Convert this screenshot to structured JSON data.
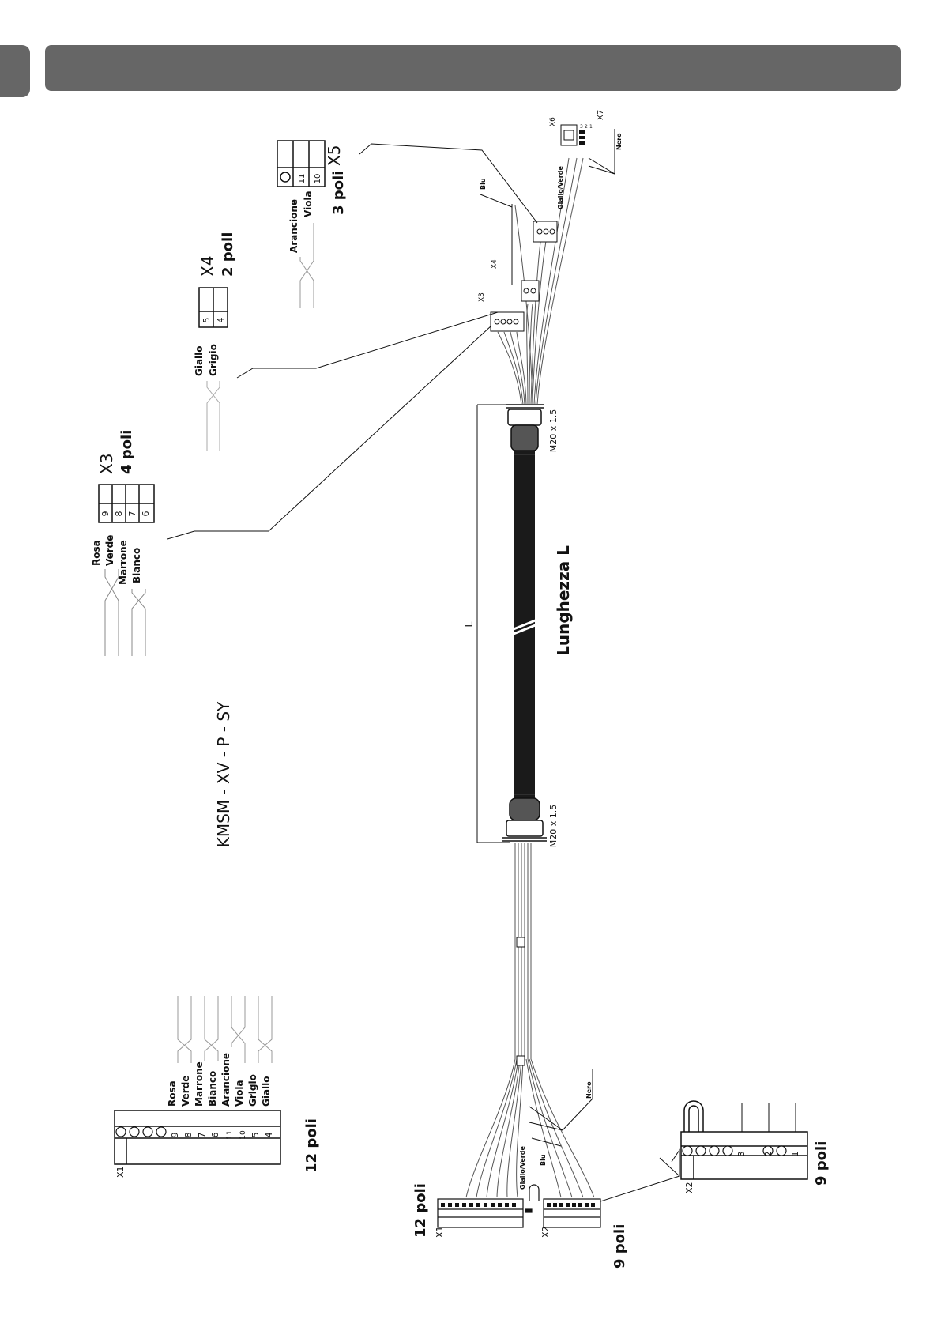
{
  "model": "KMSM - XV - P - SY",
  "length_label": "Lunghezza L",
  "length_symbol": "L",
  "gland_top": "M20 x 1.5",
  "gland_bottom": "M20 x 1.5",
  "x1": {
    "id": "X1",
    "poles": "12 poli",
    "pins": [
      "9",
      "8",
      "7",
      "6",
      "11",
      "10",
      "5",
      "4"
    ]
  },
  "x1_wires": [
    "Rosa",
    "Verde",
    "Marrone",
    "Bianco",
    "Arancione",
    "Viola",
    "Grigio",
    "Giallo"
  ],
  "x2": {
    "id": "X2",
    "poles": "9 poli",
    "pins": [
      "3",
      "2",
      "1"
    ]
  },
  "x3": {
    "id": "X3",
    "poles": "4 poli",
    "pins": [
      "9",
      "8",
      "7",
      "6"
    ],
    "wires": [
      "Rosa",
      "Verde",
      "Marrone",
      "Bianco"
    ]
  },
  "x4": {
    "id": "X4",
    "poles": "2 poli",
    "pins": [
      "5",
      "4"
    ],
    "wires": [
      "Giallo",
      "Grigio"
    ]
  },
  "x5": {
    "id": "X5",
    "poles": "3 poli",
    "pins": [
      "11",
      "10"
    ],
    "wires": [
      "Arancione",
      "Viola"
    ]
  },
  "x6": {
    "id": "X6"
  },
  "x7": {
    "id": "X7"
  },
  "x7_pins": [
    "3",
    "2",
    "1"
  ],
  "wire_nero": "Nero",
  "wire_gv": "Giallo/Verde",
  "wire_blu": "Blu"
}
